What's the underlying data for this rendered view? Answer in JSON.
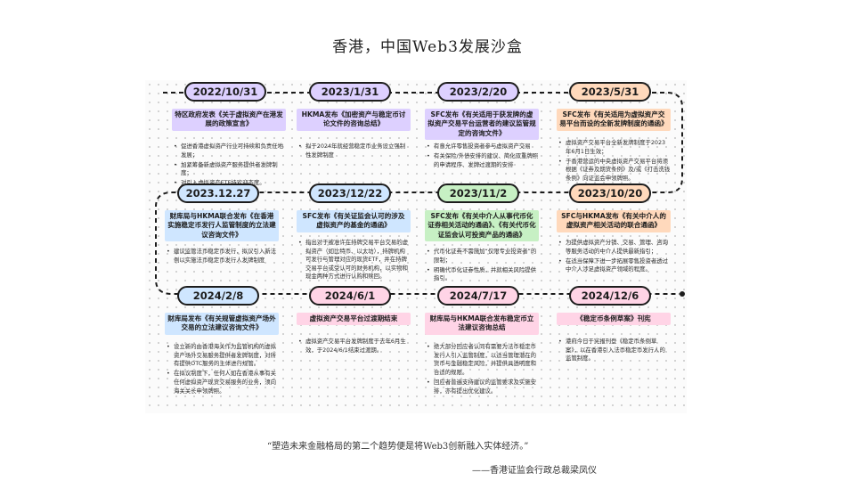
{
  "title": "香港，中国Web3发展沙盒",
  "colors": {
    "purple": "#ddd0ff",
    "blue": "#cfe6ff",
    "green": "#c7f0c4",
    "orange": "#ffd9bc",
    "pink": "#ffd4e6"
  },
  "events": [
    {
      "date": "2022/10/31",
      "color": "#ddd0ff",
      "headline": "特区政府发表《关于虚拟资产在港发展的政策宣言》",
      "bullets": [
        "促进香港虚拟资产行业可持续和负责任地发展；",
        "加紧筹备新虚拟资产服务提供者发牌制度；",
        "对引入虚拟资产ETF持欢迎态度。"
      ]
    },
    {
      "date": "2023/1/31",
      "color": "#ddd0ff",
      "headline": "HKMA发布《加密资产与稳定币讨论文件的咨询总结》",
      "bullets": [
        "拟于2024年就经营稳定币业务设立强制性发牌制度"
      ]
    },
    {
      "date": "2023/2/20",
      "color": "#ddd0ff",
      "headline": "SFC发布《有关适用于获发牌的虚拟资产交易平台运营者的建议监管规定的咨询文件》",
      "bullets": [
        "有意允许零售投资者参与虚拟资产交易",
        "有关保险/外债安排的建议、简化双重牌照的申请程序、发牌过渡期的安排"
      ]
    },
    {
      "date": "2023/5/31",
      "color": "#ffd9bc",
      "headline": "SFC发布《有关适用为虚拟资产交易平台而设的全新发牌制度的通函》",
      "bullets": [
        "虚拟资产交易平台全新发牌制度于2023年6月1日生效；",
        "于香港营运的中央虚拟资产交易平台将须根据《证券及期货条例》及/或《打击洗钱条例》向证监会申领牌照。"
      ]
    },
    {
      "date": "2023.12.27",
      "color": "#cfe6ff",
      "headline": "财库局与HKMA联合发布《在香港实施稳定币发行人监管制度的立法建议咨询文件》",
      "bullets": [
        "建议监管法币稳定币发行，拟议引入新法例以实施法币稳定币发行人发牌制度"
      ]
    },
    {
      "date": "2023/12/22",
      "color": "#cfe6ff",
      "headline": "SFC发布《有关证监会认可的涉及虚拟资产的基金的通函》",
      "bullets": [
        "指出对于被准许在持牌交易平台交易的虚拟资产（如比特币、以太坊），持牌机构可发行与管理对应的现货ETF，并在持牌交易平台或受认可的财务机构，以实物和现金两种方式进行认购和赎回。"
      ]
    },
    {
      "date": "2023/11/2",
      "color": "#c7f0c4",
      "headline": "SFC发布《有关中介人从事代币化证券相关活动的通函》、《有关代币化证监会认可投资产品的通函》",
      "bullets": [
        "代币化证券不需施加“仅限专业投资者”的限制；",
        "明确代币化证券性质，并就相关风险提供指引。"
      ]
    },
    {
      "date": "2023/10/20",
      "color": "#ffd9bc",
      "headline": "SFC与HKMA发布《有关中介人的虚拟资产相关活动的联合通函》",
      "bullets": [
        "为提供虚拟资产分销、交易、管理、咨询等服务活动的中介人提供最新指引；",
        "在适当保障下进一步拓展零售投资者透过中介人涉足虚拟资产领域的程度。"
      ]
    },
    {
      "date": "2024/2/8",
      "color": "#cfe6ff",
      "headline": "财库局发布《有关规管虚拟资产场外交易的立法建议咨询文件》",
      "bullets": [
        "设立新的由香港海关作为监管机构的虚拟资产场外交易服务提供者发牌制度，对所有提供OTC服务的主体进行规管。",
        "在拟议制度下，任何人如在香港从事有关任何虚拟资产现货交易服务的业务，须向海关关长申领牌照。"
      ]
    },
    {
      "date": "2024/6/1",
      "color": "#ffd4e6",
      "headline": "虚拟资产交易平台过渡期结束",
      "bullets": [
        "虚拟资产交易平台发牌制度于去年6月生效，于2024/6/1结束过渡期。"
      ]
    },
    {
      "date": "2024/7/17",
      "color": "#ffd4e6",
      "headline": "财库局与HKMA联合发布稳定币立法建议咨询总结",
      "bullets": [
        "绝大部分回应者认同有需要为法币稳定币发行人引入监管制度，以适当管理潜在的货币与金融稳定风险，并提供具透明度和合适的规限。",
        "回应者普遍支持建议的监管要求及实施安排，亦有提出优化建议。"
      ]
    },
    {
      "date": "2024/12/6",
      "color": "#ffd4e6",
      "headline": "《稳定币条例草案》刊宪",
      "bullets": [
        "港府今日于宪报刊登《稳定币条例草案》，以在香港引入法币稳定币发行人的监管制度。"
      ]
    }
  ],
  "quote": "“塑造未来金融格局的第二个趋势便是将Web3创新融入实体经济。”",
  "attribution": "——香港证监会行政总裁梁凤仪"
}
